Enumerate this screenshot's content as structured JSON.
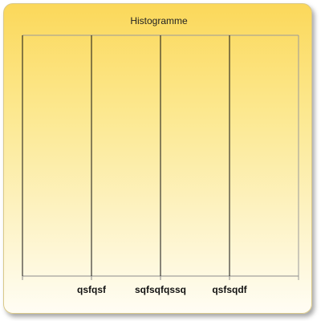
{
  "chart_data": {
    "type": "bar",
    "title": "Histogramme",
    "categories": [
      "",
      "qsfqsf",
      "sqfsqfqssq",
      "qsfsqdf"
    ],
    "values": [
      null,
      null,
      null,
      null
    ],
    "xlabel": "",
    "ylabel": "",
    "grid": false
  }
}
